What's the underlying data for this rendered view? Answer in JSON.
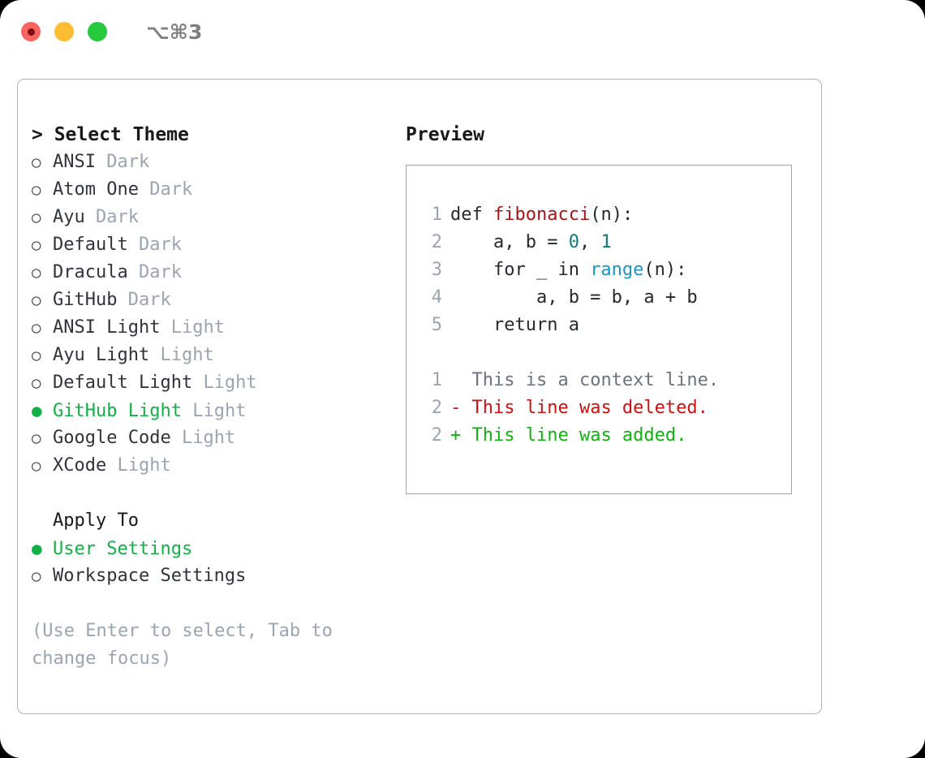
{
  "window": {
    "shortcut_label": "⌥⌘3",
    "traffic_lights": [
      "close",
      "minimize",
      "maximize"
    ]
  },
  "theme_picker": {
    "header": "> Select Theme",
    "items": [
      {
        "bullet": "○",
        "name": "ANSI",
        "variant": "Dark",
        "selected": false
      },
      {
        "bullet": "○",
        "name": "Atom One",
        "variant": "Dark",
        "selected": false
      },
      {
        "bullet": "○",
        "name": "Ayu",
        "variant": "Dark",
        "selected": false
      },
      {
        "bullet": "○",
        "name": "Default",
        "variant": "Dark",
        "selected": false
      },
      {
        "bullet": "○",
        "name": "Dracula",
        "variant": "Dark",
        "selected": false
      },
      {
        "bullet": "○",
        "name": "GitHub",
        "variant": "Dark",
        "selected": false
      },
      {
        "bullet": "○",
        "name": "ANSI Light",
        "variant": "Light",
        "selected": false
      },
      {
        "bullet": "○",
        "name": "Ayu Light",
        "variant": "Light",
        "selected": false
      },
      {
        "bullet": "○",
        "name": "Default Light",
        "variant": "Light",
        "selected": false
      },
      {
        "bullet": "●",
        "name": "GitHub Light",
        "variant": "Light",
        "selected": true
      },
      {
        "bullet": "○",
        "name": "Google Code",
        "variant": "Light",
        "selected": false
      },
      {
        "bullet": "○",
        "name": "XCode",
        "variant": "Light",
        "selected": false
      }
    ]
  },
  "apply_to": {
    "title": "Apply To",
    "options": [
      {
        "bullet": "●",
        "label": "User Settings",
        "selected": true
      },
      {
        "bullet": "○",
        "label": "Workspace Settings",
        "selected": false
      }
    ]
  },
  "hint": "(Use Enter to select, Tab to change focus)",
  "preview": {
    "header": "Preview",
    "code_lines": [
      {
        "gutter": "1",
        "tokens": [
          {
            "text": "def ",
            "kind": "plain"
          },
          {
            "text": "fibonacci",
            "kind": "func"
          },
          {
            "text": "(n):",
            "kind": "plain"
          }
        ]
      },
      {
        "gutter": "2",
        "tokens": [
          {
            "text": "    a, b = ",
            "kind": "plain"
          },
          {
            "text": "0",
            "kind": "num"
          },
          {
            "text": ", ",
            "kind": "plain"
          },
          {
            "text": "1",
            "kind": "num"
          }
        ]
      },
      {
        "gutter": "3",
        "tokens": [
          {
            "text": "    for _ in ",
            "kind": "plain"
          },
          {
            "text": "range",
            "kind": "builtin"
          },
          {
            "text": "(n):",
            "kind": "plain"
          }
        ]
      },
      {
        "gutter": "4",
        "tokens": [
          {
            "text": "        a, b = b, a + b",
            "kind": "plain"
          }
        ]
      },
      {
        "gutter": "5",
        "tokens": [
          {
            "text": "    return a",
            "kind": "plain"
          }
        ]
      }
    ],
    "diff_lines": [
      {
        "gutter": "1",
        "marker": "  ",
        "text": "This is a context line.",
        "kind": "ctx"
      },
      {
        "gutter": "2",
        "marker": "- ",
        "text": "This line was deleted.",
        "kind": "del"
      },
      {
        "gutter": "2",
        "marker": "+ ",
        "text": "This line was added.",
        "kind": "add"
      }
    ]
  },
  "colors": {
    "accent_green": "#13b046",
    "muted": "#9aa5b1",
    "text": "#2f343b",
    "diff_delete": "#cc1111",
    "diff_add": "#13b013",
    "func": "#a4161a",
    "number": "#0e7c7b",
    "builtin": "#1a94c4",
    "border": "#9aa5b1",
    "light_red": "#fb6360",
    "light_yellow": "#fdbc31",
    "light_green": "#27c93f"
  }
}
